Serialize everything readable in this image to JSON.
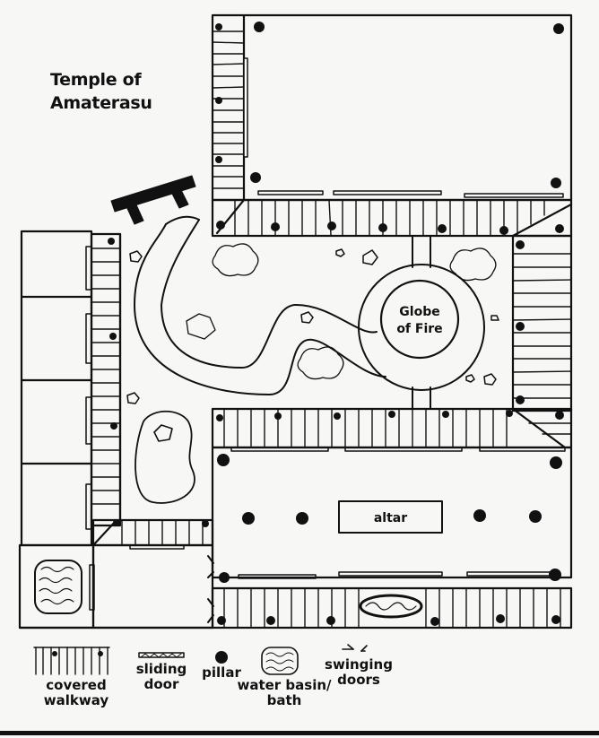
{
  "map": {
    "title_line1": "Temple of",
    "title_line2": "Amaterasu",
    "rooms": {
      "globe": {
        "line1": "Globe",
        "line2": "of Fire"
      },
      "altar": "altar"
    }
  },
  "legend": {
    "items": [
      {
        "icon": "covered-walkway-icon",
        "line1": "covered",
        "line2": "walkway"
      },
      {
        "icon": "sliding-door-icon",
        "line1": "sliding",
        "line2": "door"
      },
      {
        "icon": "pillar-icon",
        "line1": "pillar"
      },
      {
        "icon": "water-basin-icon",
        "line1": "water basin/",
        "line2": "bath"
      },
      {
        "icon": "swinging-doors-icon",
        "line1": "swinging",
        "line2": "doors"
      }
    ]
  },
  "colors": {
    "ink": "#111111",
    "paper": "#f7f7f5"
  }
}
